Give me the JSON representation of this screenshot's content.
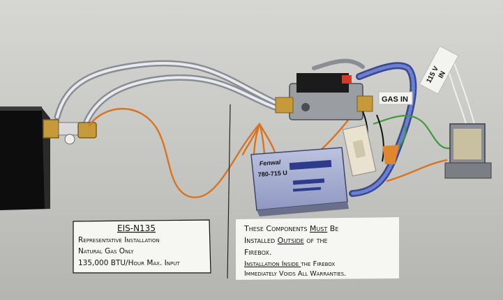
{
  "left_card": {
    "title": "EIS-N135",
    "lines": [
      "Representative Installation",
      "Natural Gas Only",
      "135,000 BTU/Hour Max. Input"
    ]
  },
  "right_card": {
    "line1": {
      "before": "These Components ",
      "emphasis": "Must",
      "after": " Be"
    },
    "line2": {
      "before": "Installed ",
      "emphasis": "Outside",
      "after": " of the"
    },
    "line3": "Firebox.",
    "line4": {
      "emphasis1": "Installation",
      "mid": " Inside ",
      "rest": "the Firebox"
    },
    "line5": "Immediately Voids All Warranties."
  },
  "tags": {
    "gas_in": "GAS IN",
    "voltage": "115 V",
    "voltage_sub": "IN"
  },
  "module": {
    "brand": "Fenwal",
    "model": "780-715 U"
  },
  "colors": {
    "background": "#c9c9c6",
    "firebox": "#0d0d0d",
    "orange_wire": "#d8731f",
    "blue_cable": "#4a5fb0",
    "green_wire": "#3f9a3a",
    "white_wire": "#efefef",
    "brass": "#c69a3a",
    "gas_pipe": "#b8bcc2"
  }
}
